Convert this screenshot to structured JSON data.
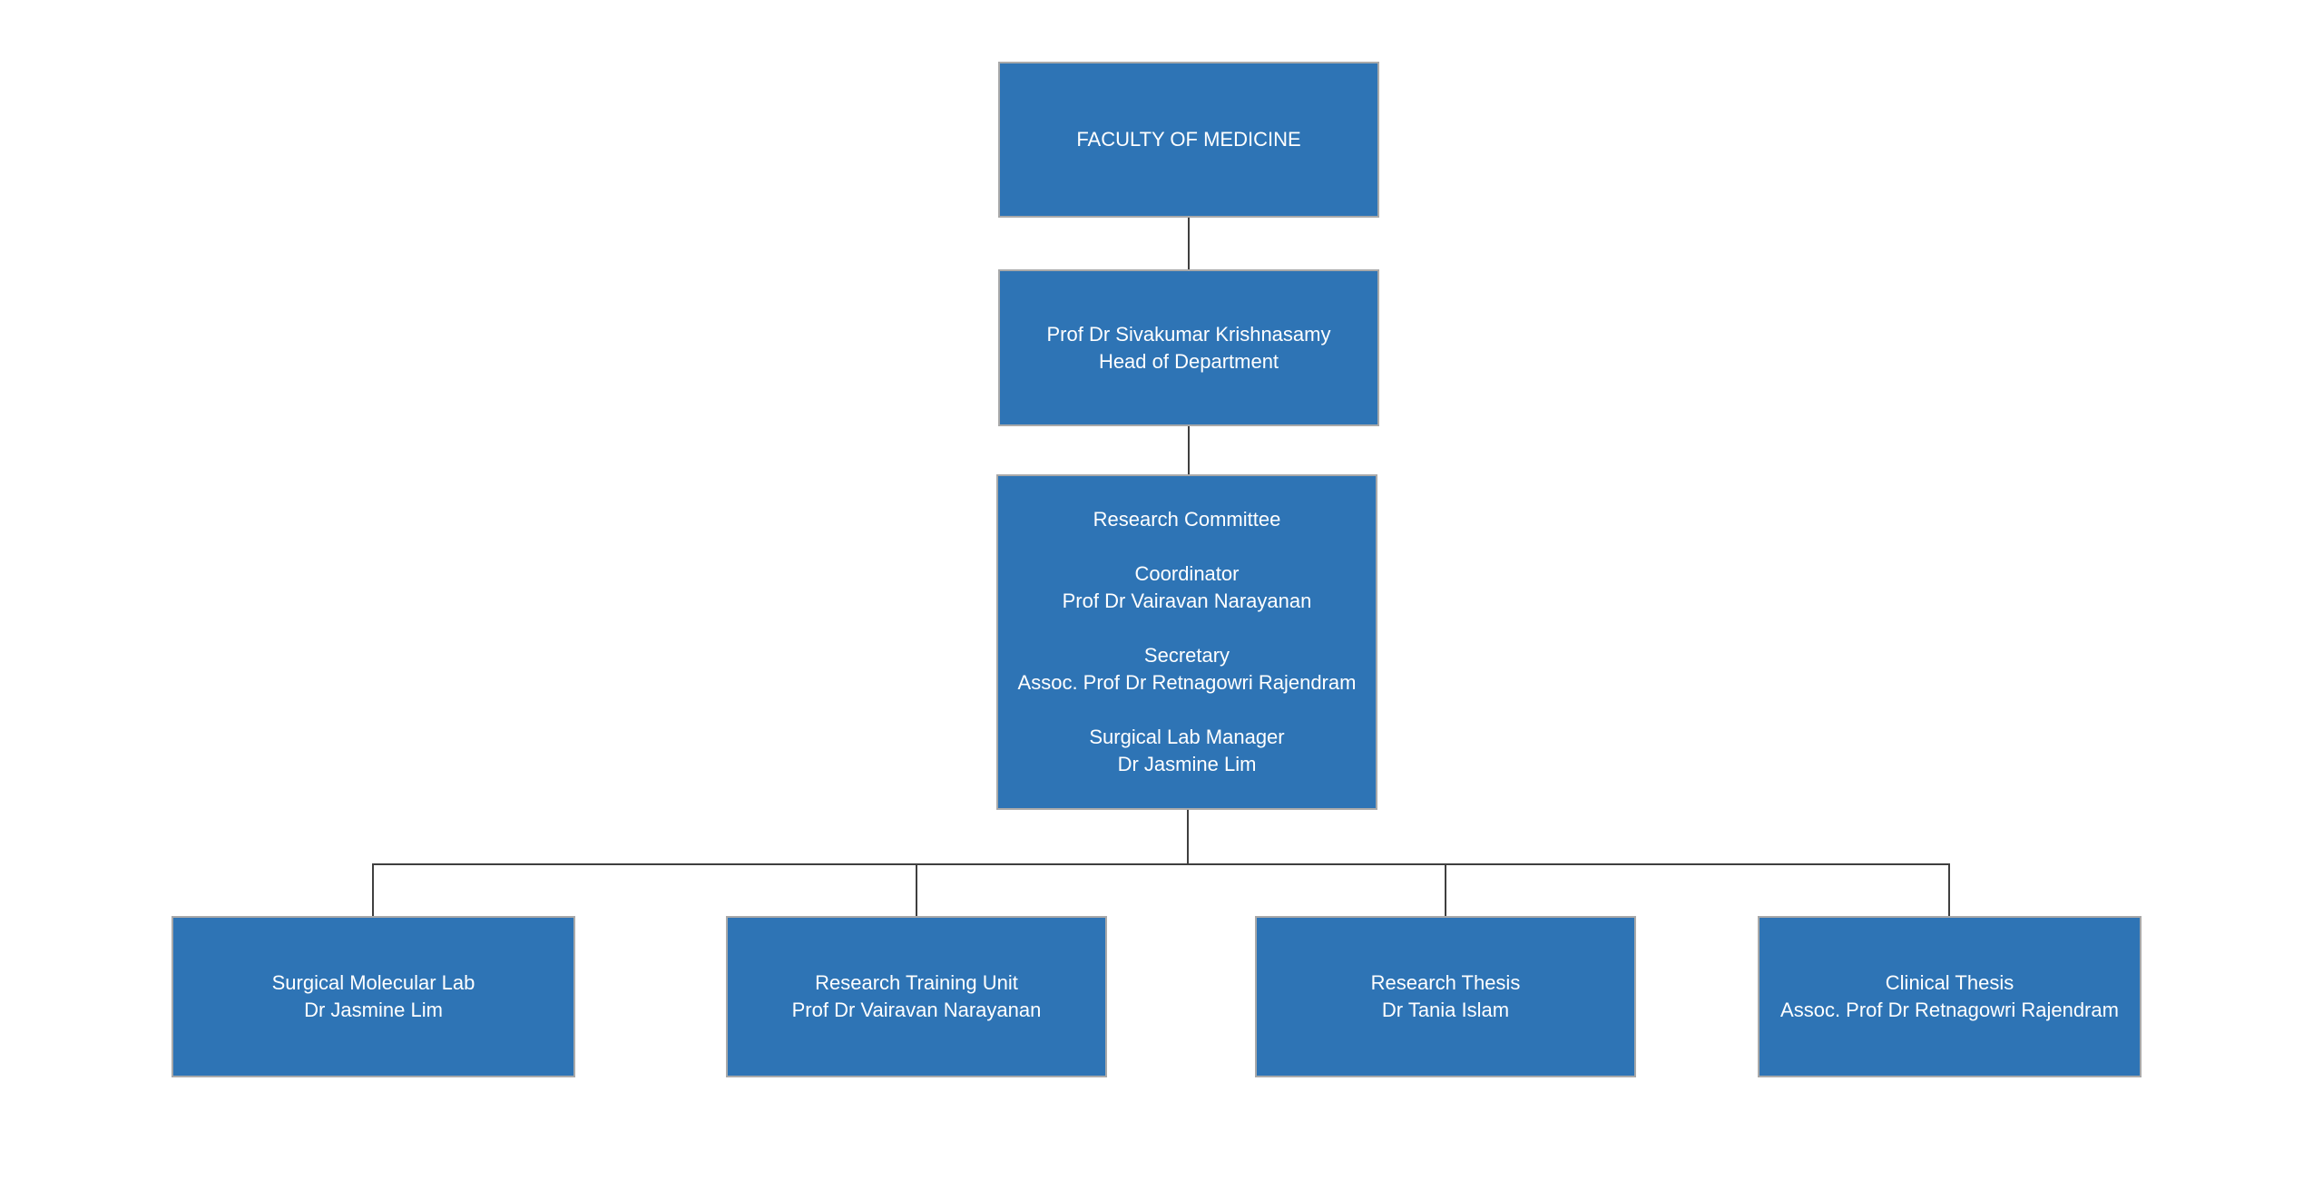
{
  "org_chart": {
    "type": "org-chart",
    "colors": {
      "page_background": "#ffffff",
      "box_fill": "#2e74b5",
      "box_border": "#a9a9a9",
      "box_text": "#ffffff",
      "connector": "#3f3f3f"
    },
    "nodes": {
      "faculty": {
        "title": "FACULTY OF MEDICINE"
      },
      "head": {
        "name": "Prof Dr Sivakumar Krishnasamy",
        "role": "Head of Department"
      },
      "committee": {
        "title": "Research Committee",
        "roles": [
          {
            "role": "Coordinator",
            "name": "Prof Dr Vairavan Narayanan"
          },
          {
            "role": "Secretary",
            "name": "Assoc. Prof Dr Retnagowri Rajendram"
          },
          {
            "role": "Surgical Lab Manager",
            "name": "Dr Jasmine Lim"
          }
        ]
      },
      "units": [
        {
          "title": "Surgical Molecular Lab",
          "name": "Dr Jasmine Lim"
        },
        {
          "title": "Research Training Unit",
          "name": "Prof Dr Vairavan Narayanan"
        },
        {
          "title": "Research Thesis",
          "name": "Dr Tania Islam"
        },
        {
          "title": "Clinical Thesis",
          "name": "Assoc. Prof Dr Retnagowri Rajendram"
        }
      ]
    }
  }
}
